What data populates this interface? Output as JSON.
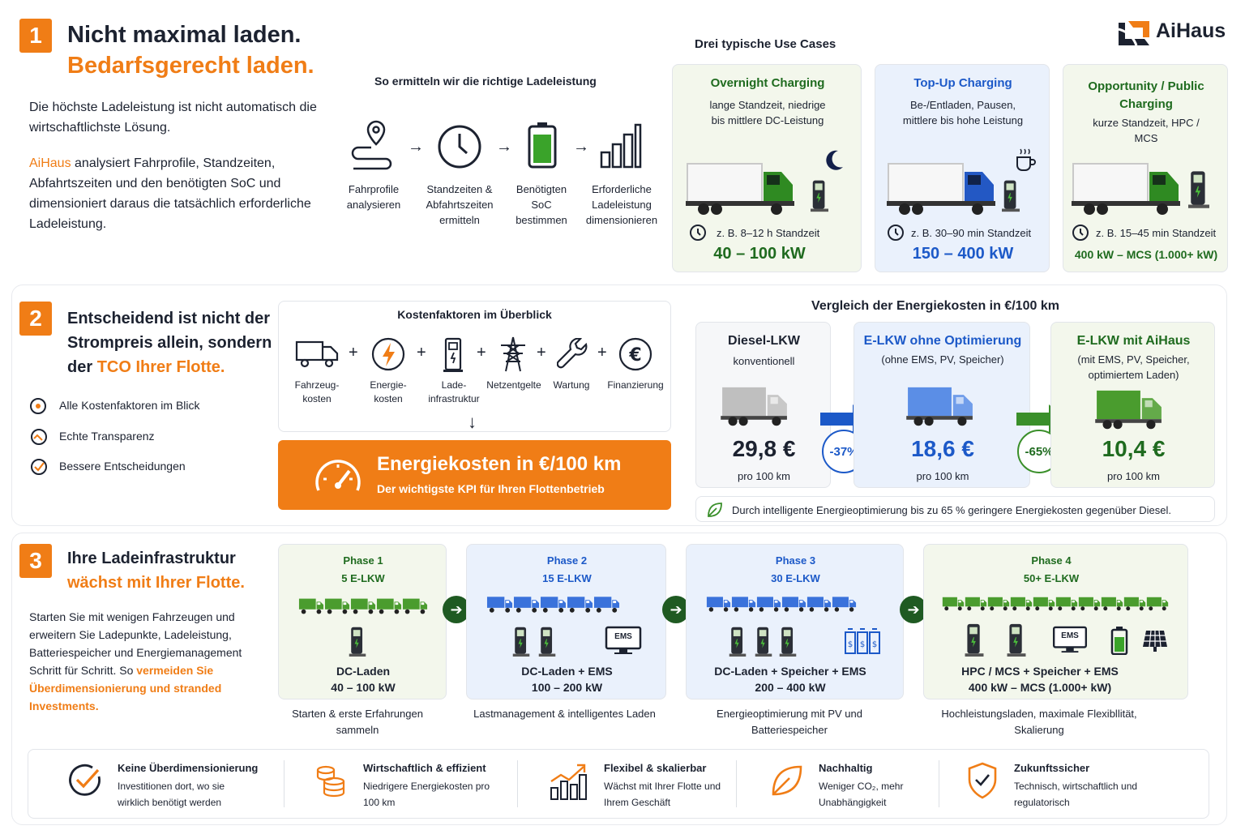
{
  "brand": {
    "name": "AiHaus",
    "accent": "#f07d16",
    "green": "#3a8f2a",
    "blue": "#1c59c8"
  },
  "s1": {
    "num": "1",
    "title1": "Nicht maximal laden.",
    "title2": "Bedarfsgerecht laden.",
    "p1": "Die höchste Ladeleistung ist nicht automatisch die wirtschaftlichste Lösung.",
    "p2_brand": "AiHaus",
    "p2": " analysiert Fahrprofile, Standzeiten, Abfahrtszeiten und den benötigten SoC und dimensioniert daraus die tatsächlich erforderliche Ladeleistung.",
    "process_title": "So ermitteln wir die richtige Ladeleistung",
    "steps": [
      {
        "label": "Fahrprofile analysieren",
        "icon": "route-pin-icon"
      },
      {
        "label": "Standzeiten & Abfahrtszeiten ermitteln",
        "icon": "clock-icon"
      },
      {
        "label": "Benötigten SoC bestimmen",
        "icon": "battery-icon"
      },
      {
        "label": "Erforderliche Ladeleistung dimensionieren",
        "icon": "bar-chart-icon"
      }
    ],
    "usecases_title": "Drei typische Use Cases",
    "usecases": [
      {
        "title": "Overnight Charging",
        "desc": "lange Standzeit, niedrige bis mittlere DC-Leistung",
        "time": "z. B. 8–12 h Standzeit",
        "power": "40 – 100 kW",
        "icon": "moon-icon"
      },
      {
        "title": "Top-Up Charging",
        "desc": "Be-/Entladen, Pausen, mittlere bis hohe Leistung",
        "time": "z. B. 30–90 min Standzeit",
        "power": "150 – 400 kW",
        "icon": "coffee-icon"
      },
      {
        "title": "Opportunity / Public Charging",
        "desc": "kurze Standzeit, HPC / MCS",
        "time": "z. B. 15–45 min Standzeit",
        "power": "400 kW – MCS (1.000+ kW)",
        "icon": "charger-icon"
      }
    ]
  },
  "s2": {
    "num": "2",
    "title1": "Entscheidend ist nicht der",
    "title2": "Strompreis allein, sondern",
    "title3a": "der ",
    "title3b": "TCO Ihrer Flotte.",
    "checks": [
      "Alle Kostenfaktoren im Blick",
      "Echte Transparenz",
      "Bessere Entscheidungen"
    ],
    "cost_title": "Kostenfaktoren im Überblick",
    "costs": [
      "Fahrzeug-kosten",
      "Energie-kosten",
      "Lade-infrastruktur",
      "Netzentgelte",
      "Wartung",
      "Finanzierung"
    ],
    "kpi_title": "Energiekosten in €/100 km",
    "kpi_sub": "Der wichtigste KPI für Ihren Flottenbetrieb",
    "cmp_title": "Vergleich der Energiekosten in €/100 km",
    "cmp": [
      {
        "title": "Diesel-LKW",
        "sub": "konventionell",
        "value": "29,8 €",
        "unit": "pro 100 km"
      },
      {
        "title": "E-LKW ohne Optimierung",
        "sub": "(ohne EMS, PV, Speicher)",
        "value": "18,6 €",
        "unit": "pro 100 km"
      },
      {
        "title": "E-LKW mit AiHaus",
        "sub": "(mit EMS, PV, Speicher, optimiertem Laden)",
        "value": "10,4 €",
        "unit": "pro 100 km"
      }
    ],
    "pct1": "-37%",
    "pct2": "-65%",
    "note": "Durch intelligente Energieoptimierung bis zu 65 % geringere Energiekosten gegenüber Diesel."
  },
  "s3": {
    "num": "3",
    "title1": "Ihre Ladeinfrastruktur",
    "title2": "wächst mit Ihrer Flotte.",
    "p1": "Starten Sie mit wenigen Fahrzeugen und erweitern Sie Ladepunkte, Ladeleistung, Batteriespeicher und Energiemanagement Schritt für Schritt. So ",
    "p1_orange": "vermeiden Sie Überdimensionierung und stranded Investments.",
    "phases": [
      {
        "title": "Phase 1",
        "count": "5 E-LKW",
        "tech": "DC-Laden",
        "power": "40 – 100 kW",
        "caption": "Starten & erste Erfahrungen sammeln"
      },
      {
        "title": "Phase 2",
        "count": "15 E-LKW",
        "tech": "DC-Laden + EMS",
        "power": "100 – 200 kW",
        "caption": "Lastmanagement & intelligentes Laden"
      },
      {
        "title": "Phase 3",
        "count": "30 E-LKW",
        "tech": "DC-Laden + Speicher + EMS",
        "power": "200 – 400 kW",
        "caption": "Energieoptimierung mit PV und Batteriespeicher"
      },
      {
        "title": "Phase 4",
        "count": "50+ E-LKW",
        "tech": "HPC / MCS + Speicher + EMS",
        "power": "400 kW – MCS (1.000+ kW)",
        "caption": "Hochleistungsladen, maximale Flexibllität, Skalierung"
      }
    ],
    "ems": "EMS"
  },
  "benefits": [
    {
      "title": "Keine Überdimensionierung",
      "text": "Investitionen dort, wo sie wirklich benötigt werden"
    },
    {
      "title": "Wirtschaftlich & effizient",
      "text": "Niedrigere Energiekosten pro 100 km"
    },
    {
      "title": "Flexibel & skalierbar",
      "text": "Wächst mit Ihrer Flotte und Ihrem Geschäft"
    },
    {
      "title": "Nachhaltig",
      "text": "Weniger CO₂, mehr Unabhängigkeit"
    },
    {
      "title": "Zukunftssicher",
      "text": "Technisch, wirtschaftlich und regulatorisch"
    }
  ]
}
